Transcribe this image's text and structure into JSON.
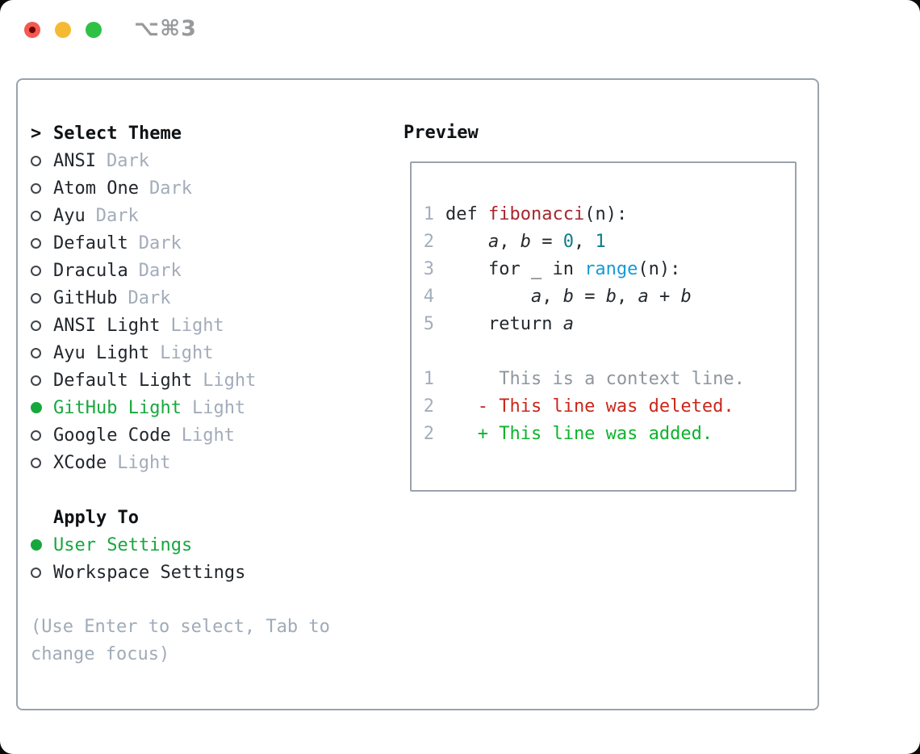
{
  "window": {
    "title": "⌥⌘3",
    "traffic_buttons": [
      "close-button",
      "minimize-button",
      "zoom-button"
    ]
  },
  "left": {
    "prompt": ">",
    "title": "Select Theme",
    "themes": [
      {
        "name": "ANSI",
        "tag": "Dark",
        "selected": false
      },
      {
        "name": "Atom One",
        "tag": "Dark",
        "selected": false
      },
      {
        "name": "Ayu",
        "tag": "Dark",
        "selected": false
      },
      {
        "name": "Default",
        "tag": "Dark",
        "selected": false
      },
      {
        "name": "Dracula",
        "tag": "Dark",
        "selected": false
      },
      {
        "name": "GitHub",
        "tag": "Dark",
        "selected": false
      },
      {
        "name": "ANSI Light",
        "tag": "Light",
        "selected": false
      },
      {
        "name": "Ayu Light",
        "tag": "Light",
        "selected": false
      },
      {
        "name": "Default Light",
        "tag": "Light",
        "selected": false
      },
      {
        "name": "GitHub Light",
        "tag": "Light",
        "selected": true
      },
      {
        "name": "Google Code",
        "tag": "Light",
        "selected": false
      },
      {
        "name": "XCode",
        "tag": "Light",
        "selected": false
      }
    ],
    "apply_to": {
      "label": "Apply To",
      "options": [
        {
          "name": "User Settings",
          "selected": true
        },
        {
          "name": "Workspace Settings",
          "selected": false
        }
      ]
    },
    "hint": "(Use Enter to select, Tab to change focus)"
  },
  "preview": {
    "label": "Preview",
    "code_lines": [
      {
        "num": "1",
        "tokens": [
          {
            "t": "def "
          },
          {
            "t": "fibonacci",
            "c": "fn"
          },
          {
            "t": "(n):"
          }
        ]
      },
      {
        "num": "2",
        "tokens": [
          {
            "t": "    "
          },
          {
            "t": "a",
            "c": "it"
          },
          {
            "t": ", "
          },
          {
            "t": "b",
            "c": "it"
          },
          {
            "t": " = "
          },
          {
            "t": "0",
            "c": "num"
          },
          {
            "t": ", "
          },
          {
            "t": "1",
            "c": "num"
          }
        ]
      },
      {
        "num": "3",
        "tokens": [
          {
            "t": "    for _ in "
          },
          {
            "t": "range",
            "c": "bi"
          },
          {
            "t": "(n):"
          }
        ]
      },
      {
        "num": "4",
        "tokens": [
          {
            "t": "        "
          },
          {
            "t": "a",
            "c": "it"
          },
          {
            "t": ", "
          },
          {
            "t": "b",
            "c": "it"
          },
          {
            "t": " = "
          },
          {
            "t": "b",
            "c": "it"
          },
          {
            "t": ", "
          },
          {
            "t": "a",
            "c": "it"
          },
          {
            "t": " + "
          },
          {
            "t": "b",
            "c": "it"
          }
        ]
      },
      {
        "num": "5",
        "tokens": [
          {
            "t": "    return "
          },
          {
            "t": "a",
            "c": "it"
          }
        ]
      },
      {
        "num": "",
        "tokens": []
      },
      {
        "num": "1",
        "tokens": [
          {
            "t": "     This is a context line.",
            "c": "ctx"
          }
        ]
      },
      {
        "num": "2",
        "tokens": [
          {
            "t": "   - This line was deleted.",
            "c": "del"
          }
        ]
      },
      {
        "num": "2",
        "tokens": [
          {
            "t": "   + This line was added.",
            "c": "add"
          }
        ]
      }
    ]
  },
  "colors": {
    "accent_green": "#18a73e",
    "diff_red": "#c9281b",
    "diff_green": "#0db32b",
    "function_red": "#a8262d",
    "number_teal": "#0d7d8c",
    "builtin_blue": "#149bd8",
    "muted_gray": "#a2acba",
    "context_gray": "#8f969e",
    "text_dark": "#22272d",
    "border_gray": "#9aa3ad",
    "traffic_red": "#f25a4f",
    "traffic_yellow": "#f5ba32",
    "traffic_green": "#2fc146"
  }
}
